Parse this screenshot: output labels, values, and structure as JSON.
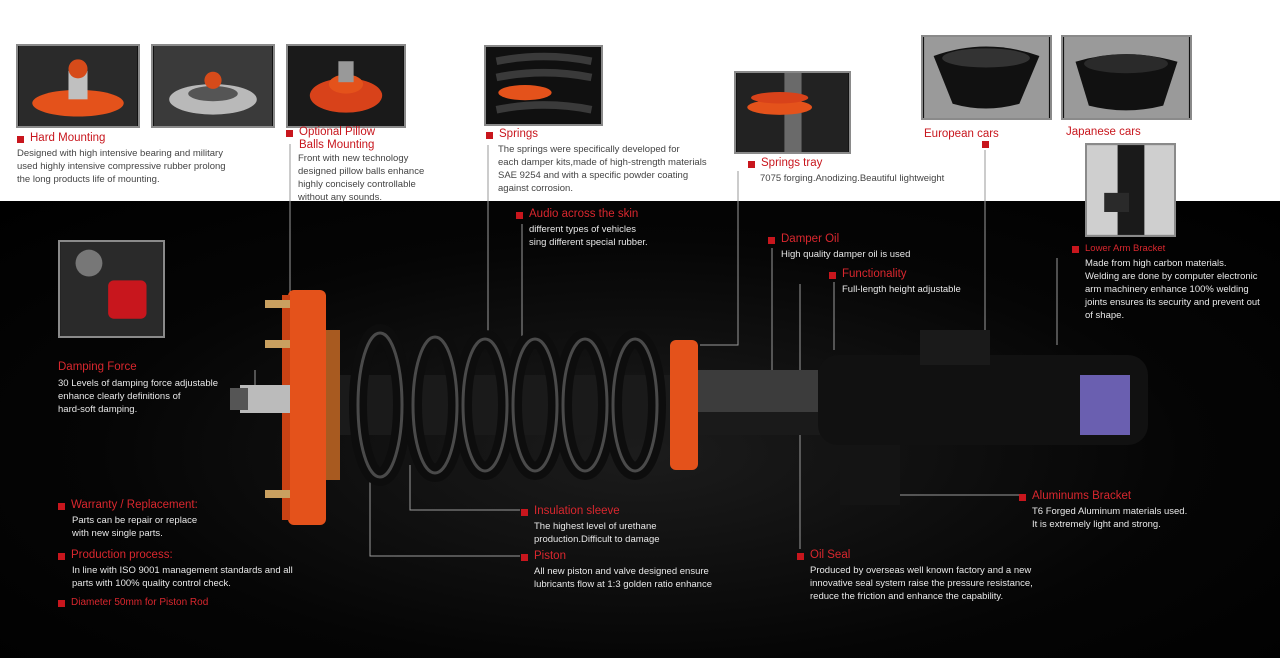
{
  "colors": {
    "accent_red": "#c8161d",
    "orange": "#e4521b",
    "background_dark": "#000000",
    "background_light": "#ffffff"
  },
  "callouts": {
    "hard_mounting": {
      "title": "Hard Mounting",
      "desc": [
        "Designed with high intensive bearing and military",
        "used highly intensive compressive rubber prolong",
        "the long products life of mounting."
      ]
    },
    "pillow_balls": {
      "title": [
        "Optional Pillow",
        "Balls Mounting"
      ],
      "desc": [
        "Front with new technology",
        "designed pillow balls enhance",
        "highly concisely controllable",
        "without any sounds."
      ]
    },
    "springs": {
      "title": "Springs",
      "desc": [
        "The springs were specifically developed for",
        "each damper kits,made of high-strength materials",
        "SAE 9254 and with a specific powder coating",
        "against corrosion."
      ]
    },
    "springs_tray": {
      "title": "Springs tray",
      "desc": [
        "7075 forging.Anodizing.Beautiful lightweight"
      ]
    },
    "european_cars": {
      "title": "European cars"
    },
    "japanese_cars": {
      "title": "Japanese cars"
    },
    "audio": {
      "title": "Audio across the skin",
      "desc": [
        "different types of vehicles",
        "sing different special rubber."
      ]
    },
    "damper_oil": {
      "title": "Damper Oil",
      "desc": [
        "High quality damper oil is used"
      ]
    },
    "functionality": {
      "title": "Functionality",
      "desc": [
        "Full-length height adjustable"
      ]
    },
    "lower_arm": {
      "title": "Lower Arm Bracket",
      "desc": [
        "Made from high carbon materials.",
        "Welding are done by computer electronic",
        "arm machinery enhance 100% welding",
        "joints ensures its security and prevent out",
        "of shape."
      ]
    },
    "damping_force": {
      "title": "Damping Force",
      "desc": [
        "30 Levels of damping force adjustable",
        "enhance clearly definitions of",
        "hard-soft damping."
      ]
    },
    "warranty": {
      "title": "Warranty / Replacement:",
      "desc": [
        "Parts can be repair or replace",
        "with new single parts."
      ]
    },
    "production": {
      "title": "Production process:",
      "desc": [
        "In line with  ISO 9001 management standards and all",
        "parts with 100% quality control check."
      ]
    },
    "diameter": {
      "title": "Diameter 50mm for Piston Rod"
    },
    "insulation": {
      "title": "Insulation sleeve",
      "desc": [
        "The highest level of urethane",
        "production.Difficult to damage"
      ]
    },
    "piston": {
      "title": "Piston",
      "desc": [
        "All new piston and valve designed ensure",
        "lubricants flow at 1:3 golden ratio enhance"
      ]
    },
    "oil_seal": {
      "title": "Oil Seal",
      "desc": [
        "Produced by overseas well known factory and a new",
        "innovative seal system raise the pressure resistance,",
        "reduce the friction and enhance the capability."
      ]
    },
    "aluminum_bracket": {
      "title": "Aluminums Bracket",
      "desc": [
        "T6 Forged Aluminum materials used.",
        "It is extremely light and strong."
      ]
    }
  }
}
